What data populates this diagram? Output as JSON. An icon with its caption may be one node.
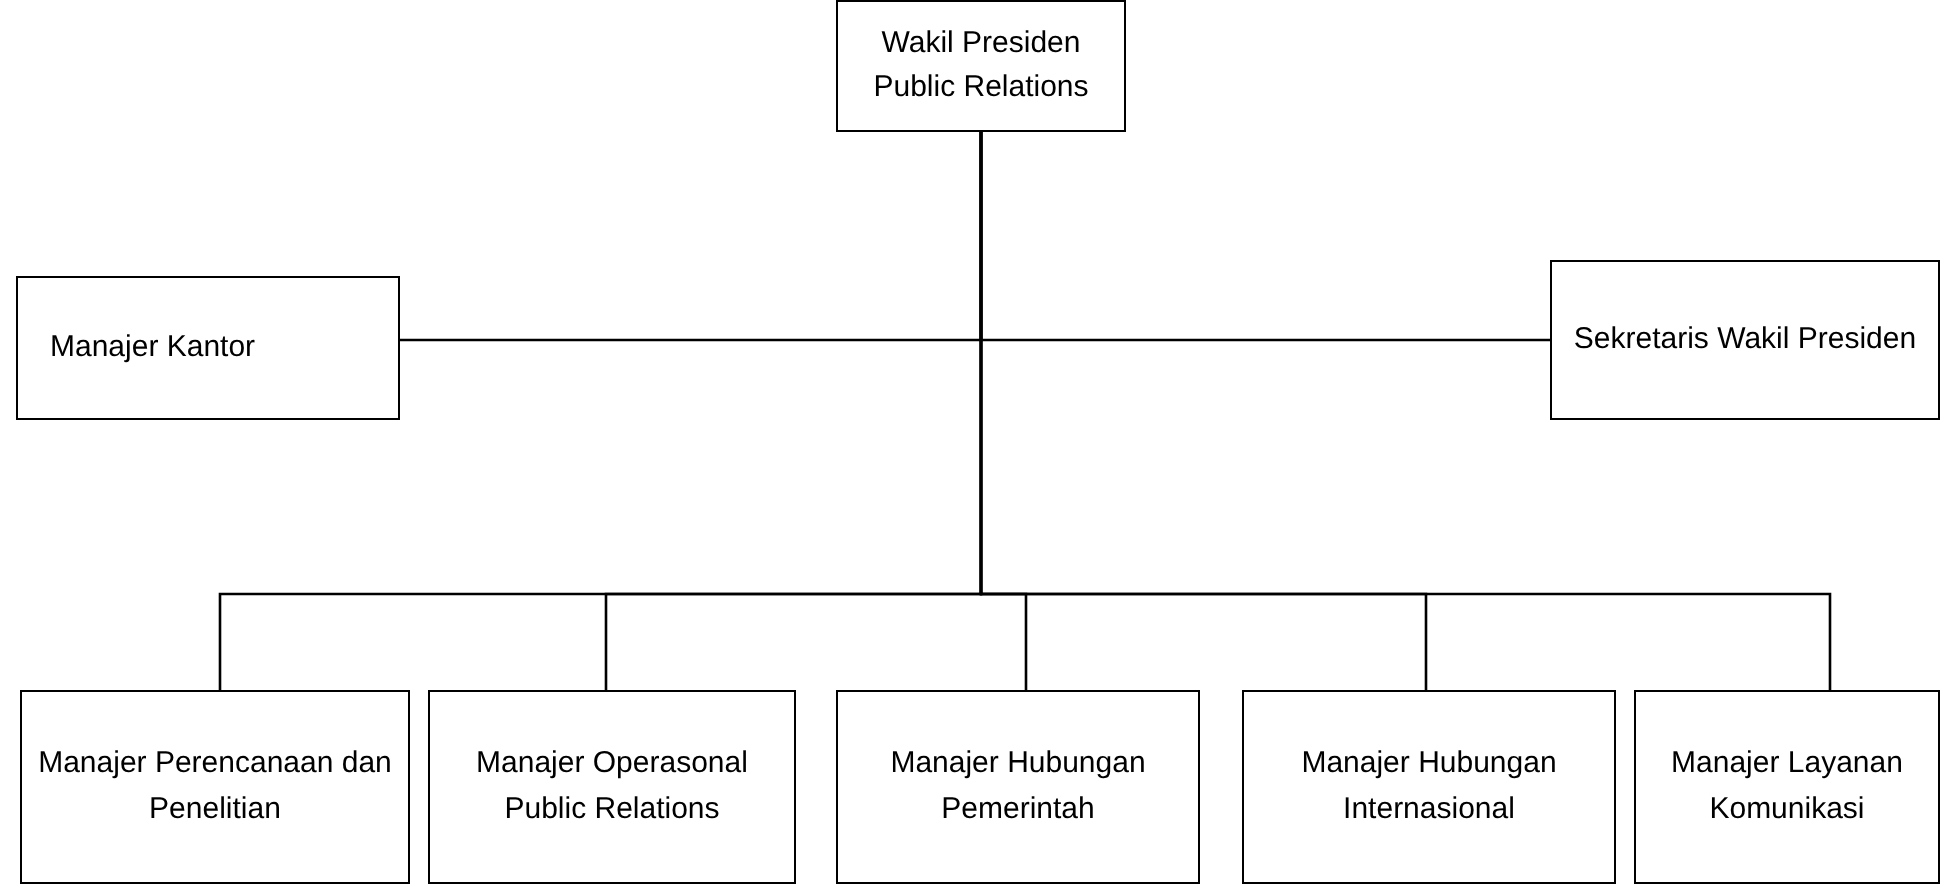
{
  "diagram": {
    "nodes": [
      {
        "text": [
          "Wakil Presiden Public Relations"
        ]
      },
      {
        "text": [
          "Manajer Kantor"
        ]
      },
      {
        "text": [
          "Sekretaris Wakil Presiden"
        ]
      },
      {
        "text": [
          "Manajer Perencanaan dan Penelitian"
        ]
      },
      {
        "text": [
          "Manajer Operasonal Public Relations"
        ]
      },
      {
        "text": [
          "Manajer Hubungan Pemerintah"
        ]
      },
      {
        "text": [
          "Manajer Hubungan Internasional"
        ]
      },
      {
        "text": [
          "Manajer Layanan Komunikasi"
        ]
      }
    ],
    "edges": [
      {
        "from": 0,
        "to": 1,
        "arrow": "none"
      },
      {
        "from": 0,
        "to": 2,
        "arrow": "none"
      },
      {
        "from": 0,
        "to": 3,
        "arrow": "none"
      },
      {
        "from": 0,
        "to": 4,
        "arrow": "none"
      },
      {
        "from": 0,
        "to": 5,
        "arrow": "none"
      },
      {
        "from": 0,
        "to": 6,
        "arrow": "none"
      },
      {
        "from": 0,
        "to": 7,
        "arrow": "none"
      }
    ]
  }
}
